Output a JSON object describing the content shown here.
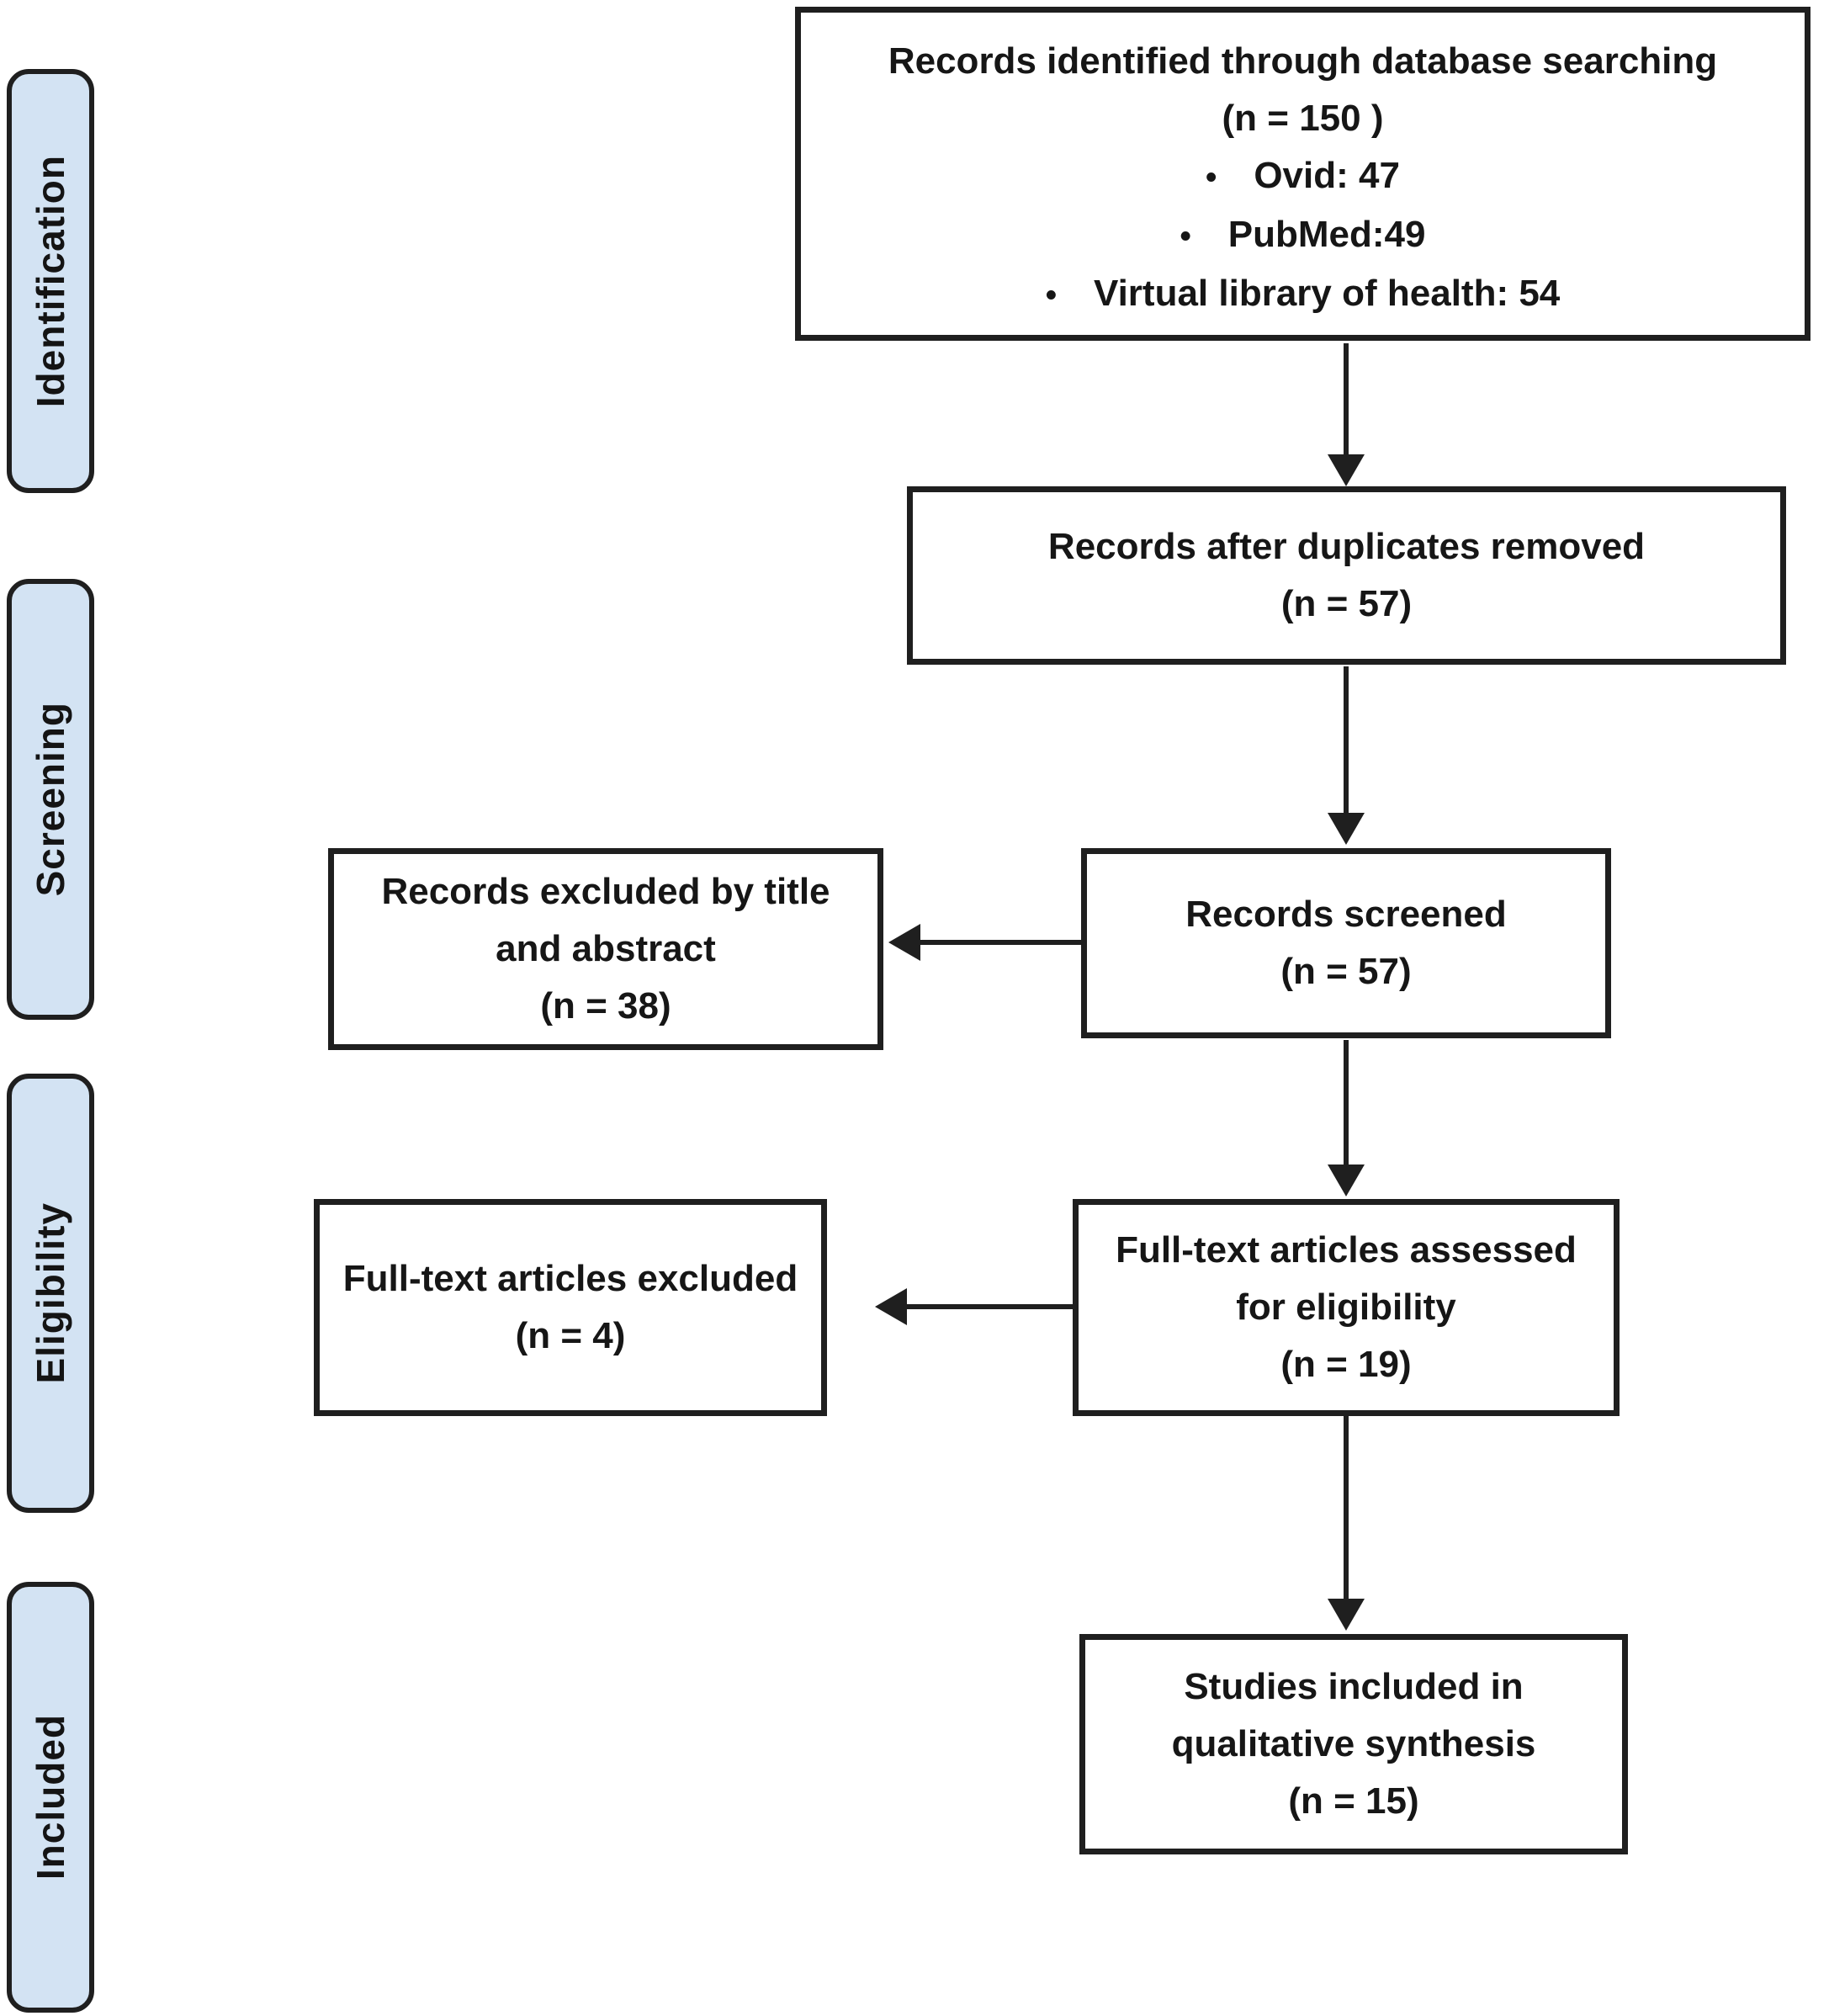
{
  "theme": {
    "ink": "#1f1f1f",
    "sidebar_fill": "#d3e3f3",
    "box_fill": "#ffffff"
  },
  "glyphs": {
    "bullet": "•"
  },
  "sidebar": {
    "stages": [
      {
        "label": "Identification"
      },
      {
        "label": "Screening"
      },
      {
        "label": "Eligibility"
      },
      {
        "label": "Included"
      }
    ]
  },
  "flow": {
    "identified": {
      "lines": [
        "Records identified through database searching",
        "(n = 150 )"
      ],
      "bullets": [
        "Ovid: 47",
        "PubMed:49",
        "Virtual library of health: 54"
      ]
    },
    "deduplicated": {
      "lines": [
        "Records after duplicates removed",
        "(n = 57)"
      ]
    },
    "screened": {
      "lines": [
        "Records screened",
        "(n = 57)"
      ]
    },
    "excluded_title_abstract": {
      "lines": [
        "Records excluded by title",
        "and abstract",
        "(n = 38)"
      ]
    },
    "assessed": {
      "lines": [
        "Full-text articles assessed",
        "for eligibility",
        "(n = 19)"
      ]
    },
    "excluded_fulltext": {
      "lines": [
        "Full-text articles excluded",
        "(n = 4)"
      ]
    },
    "included": {
      "lines": [
        "Studies included in",
        "qualitative synthesis",
        "(n = 15)"
      ]
    }
  }
}
